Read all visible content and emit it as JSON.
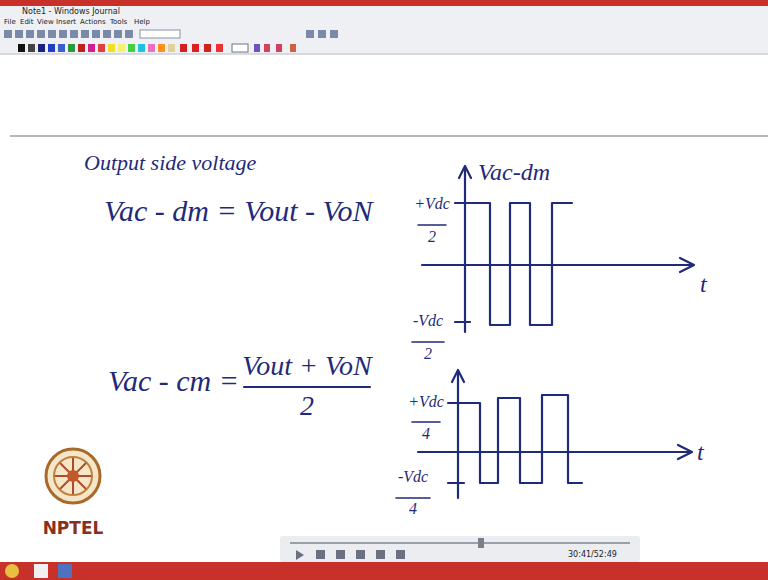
{
  "diagram": {
    "labels": [
      "Note1 - Windows Journal",
      "File",
      "Edit",
      "View",
      "Insert",
      "Actions",
      "Tools",
      "Help",
      "Output side voltage",
      "Vac - dm = Vout - VoN",
      "Vac-dm",
      "+Vdc",
      "2",
      "-Vdc",
      "2",
      "t",
      "Vac - cm =",
      "Vout + VoN",
      "2",
      "+Vdc",
      "4",
      "-Vdc",
      "4",
      "t",
      "NPTEL",
      "30:41/52:49"
    ]
  }
}
